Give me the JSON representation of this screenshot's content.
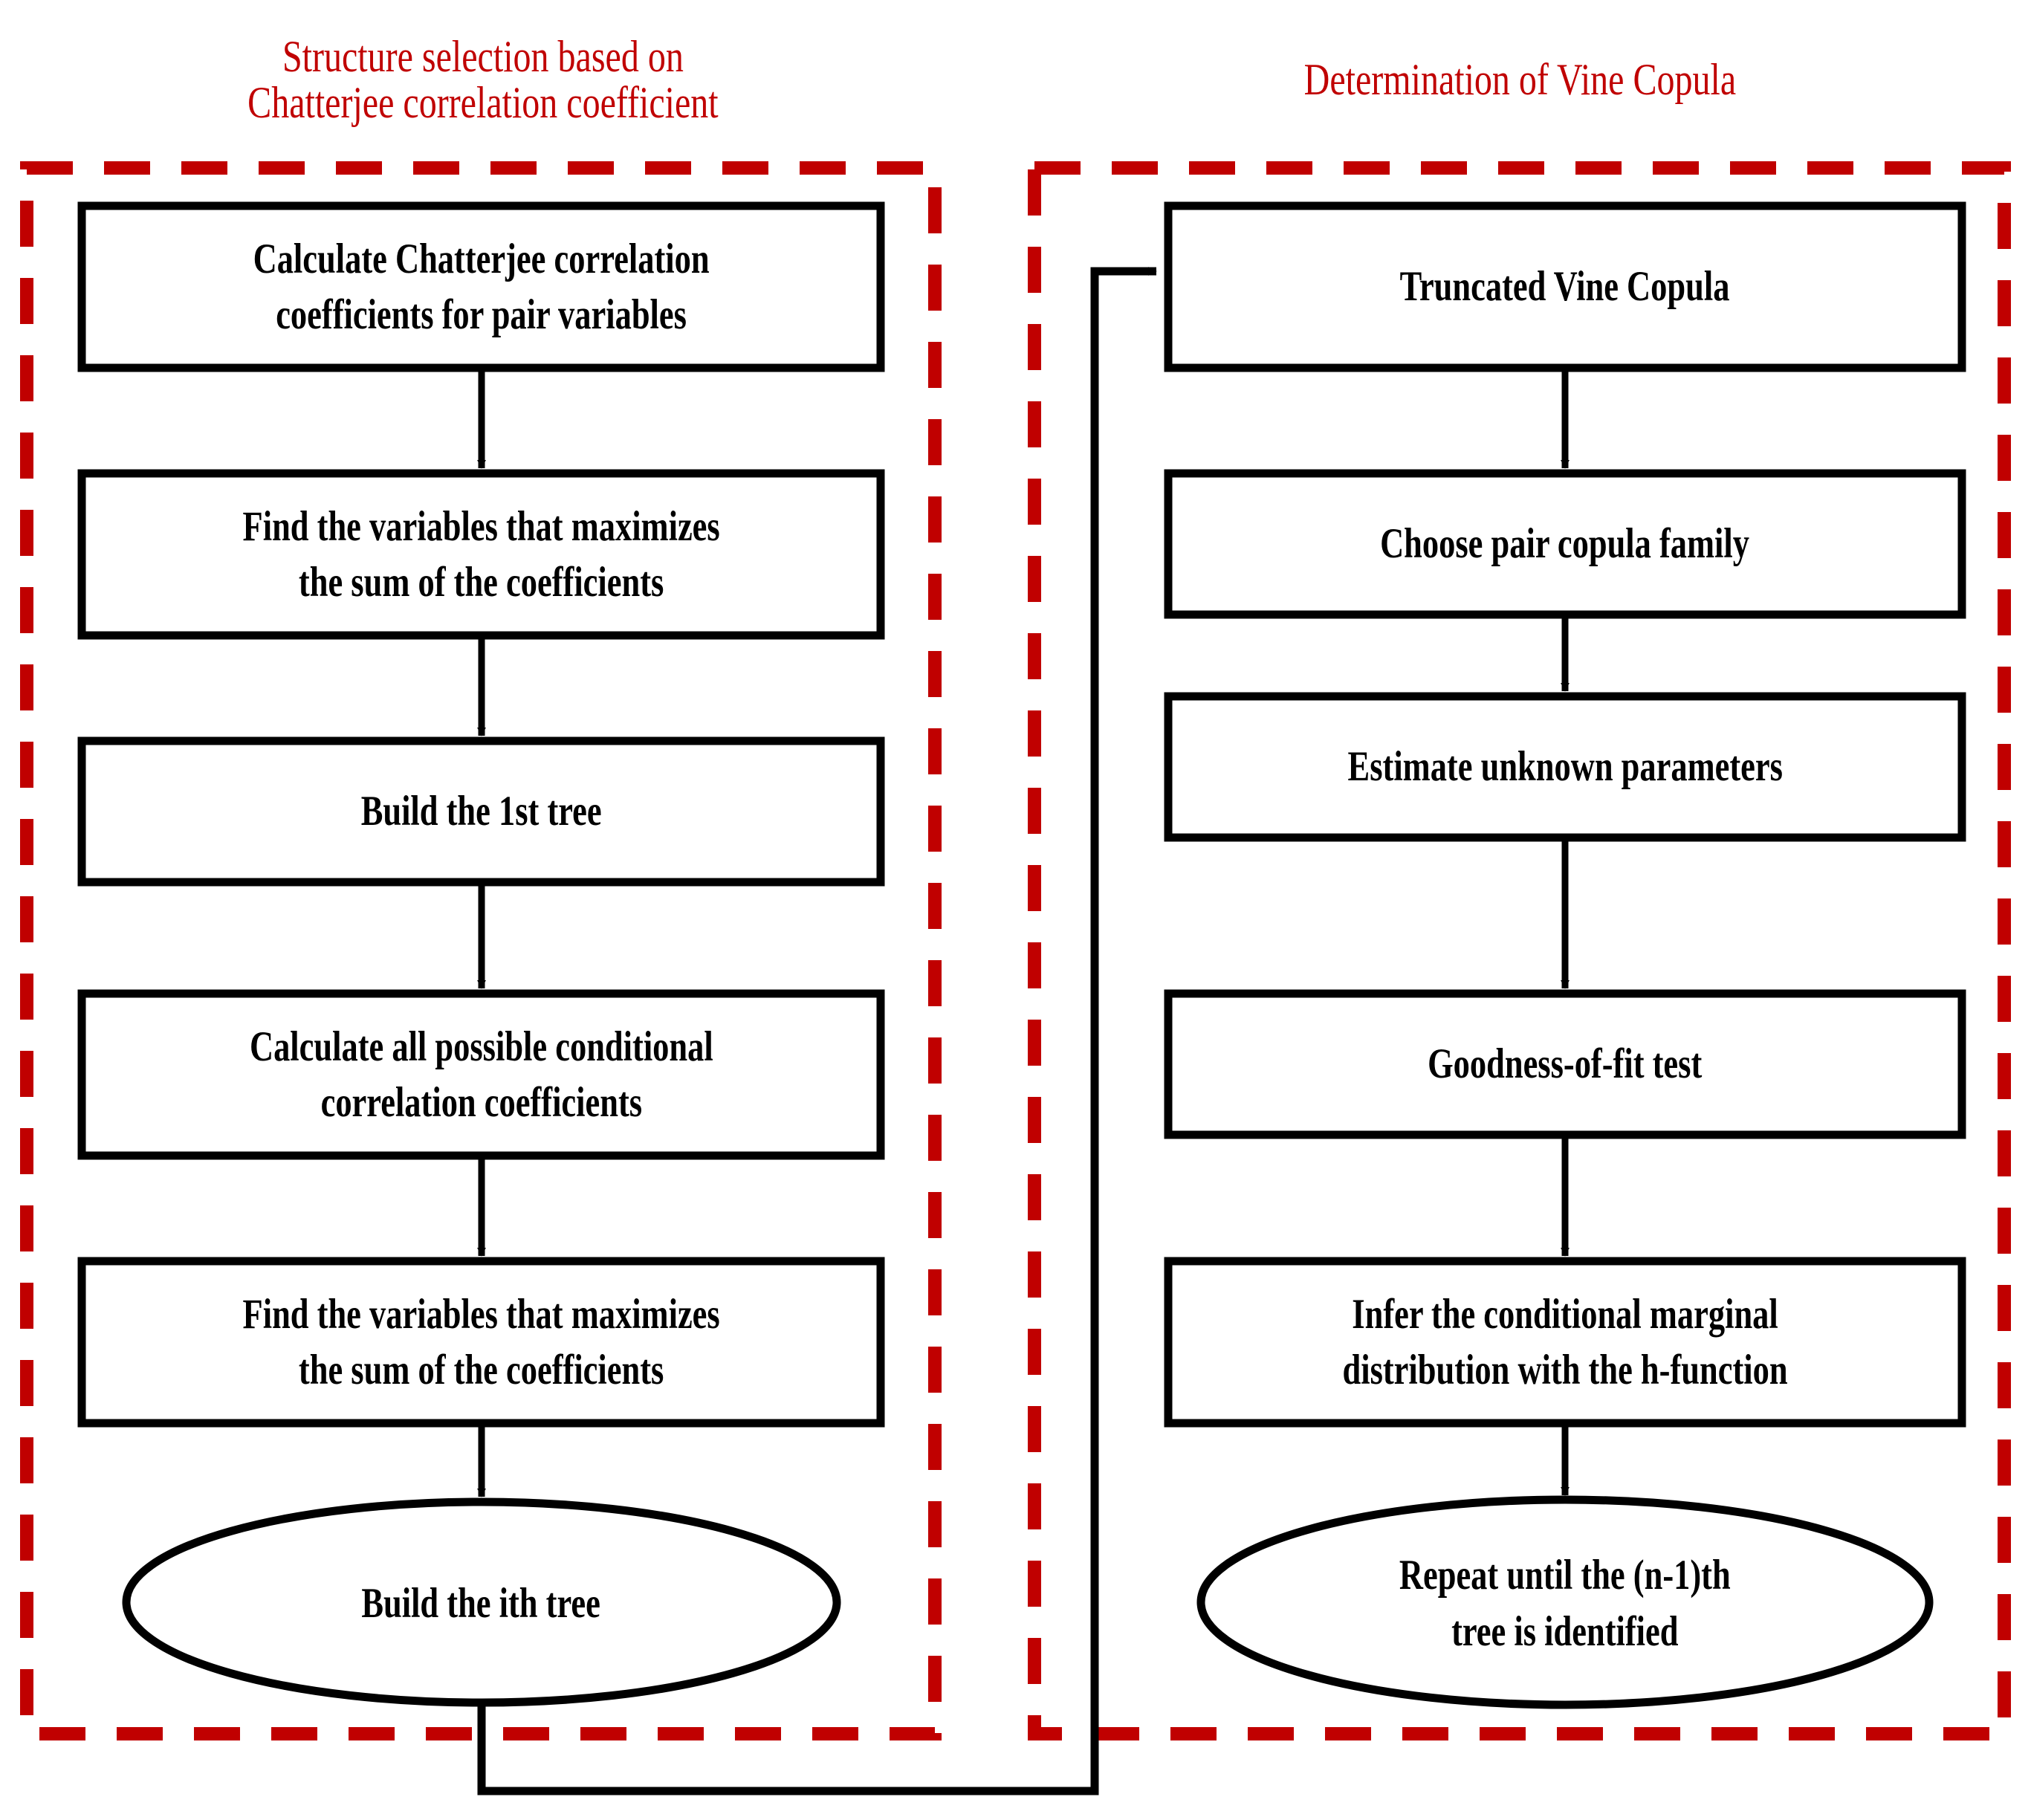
{
  "figure": {
    "type": "flowchart",
    "background": "#ffffff",
    "accent_red": "#C00000",
    "line_black": "#000000"
  },
  "panels": [
    {
      "id": "left",
      "title": "Structure selection based on\nChatterjee correlation coefficient",
      "title_color": "#C00000"
    },
    {
      "id": "right",
      "title": "Determination of Vine Copula",
      "title_color": "#C00000"
    }
  ],
  "left_column": {
    "nodes": [
      {
        "shape": "rect",
        "label": "Calculate Chatterjee correlation\ncoefficients for  pair variables"
      },
      {
        "shape": "rect",
        "label": "Find the variables that maximizes\nthe sum of the coefficients"
      },
      {
        "shape": "rect",
        "label": "Build the 1st tree"
      },
      {
        "shape": "rect",
        "label": "Calculate all possible conditional\ncorrelation coefficients"
      },
      {
        "shape": "rect",
        "label": "Find the variables that maximizes\nthe sum of the coefficients"
      },
      {
        "shape": "ellipse",
        "label": "Build the ith tree"
      }
    ]
  },
  "right_column": {
    "nodes": [
      {
        "shape": "rect",
        "label": "Truncated Vine Copula"
      },
      {
        "shape": "rect",
        "label": "Choose pair copula family"
      },
      {
        "shape": "rect",
        "label": "Estimate unknown parameters"
      },
      {
        "shape": "rect",
        "label": "Goodness-of-fit test"
      },
      {
        "shape": "rect",
        "label": "Infer the conditional marginal\ndistribution with the h-function"
      },
      {
        "shape": "ellipse",
        "label": "Repeat until the (n-1)th\ntree is identified"
      }
    ]
  },
  "connectors": {
    "left_chain": "arrow-down",
    "right_chain": "arrow-down",
    "feedback": "loop-from-left-ellipse-to-right-first-node"
  }
}
